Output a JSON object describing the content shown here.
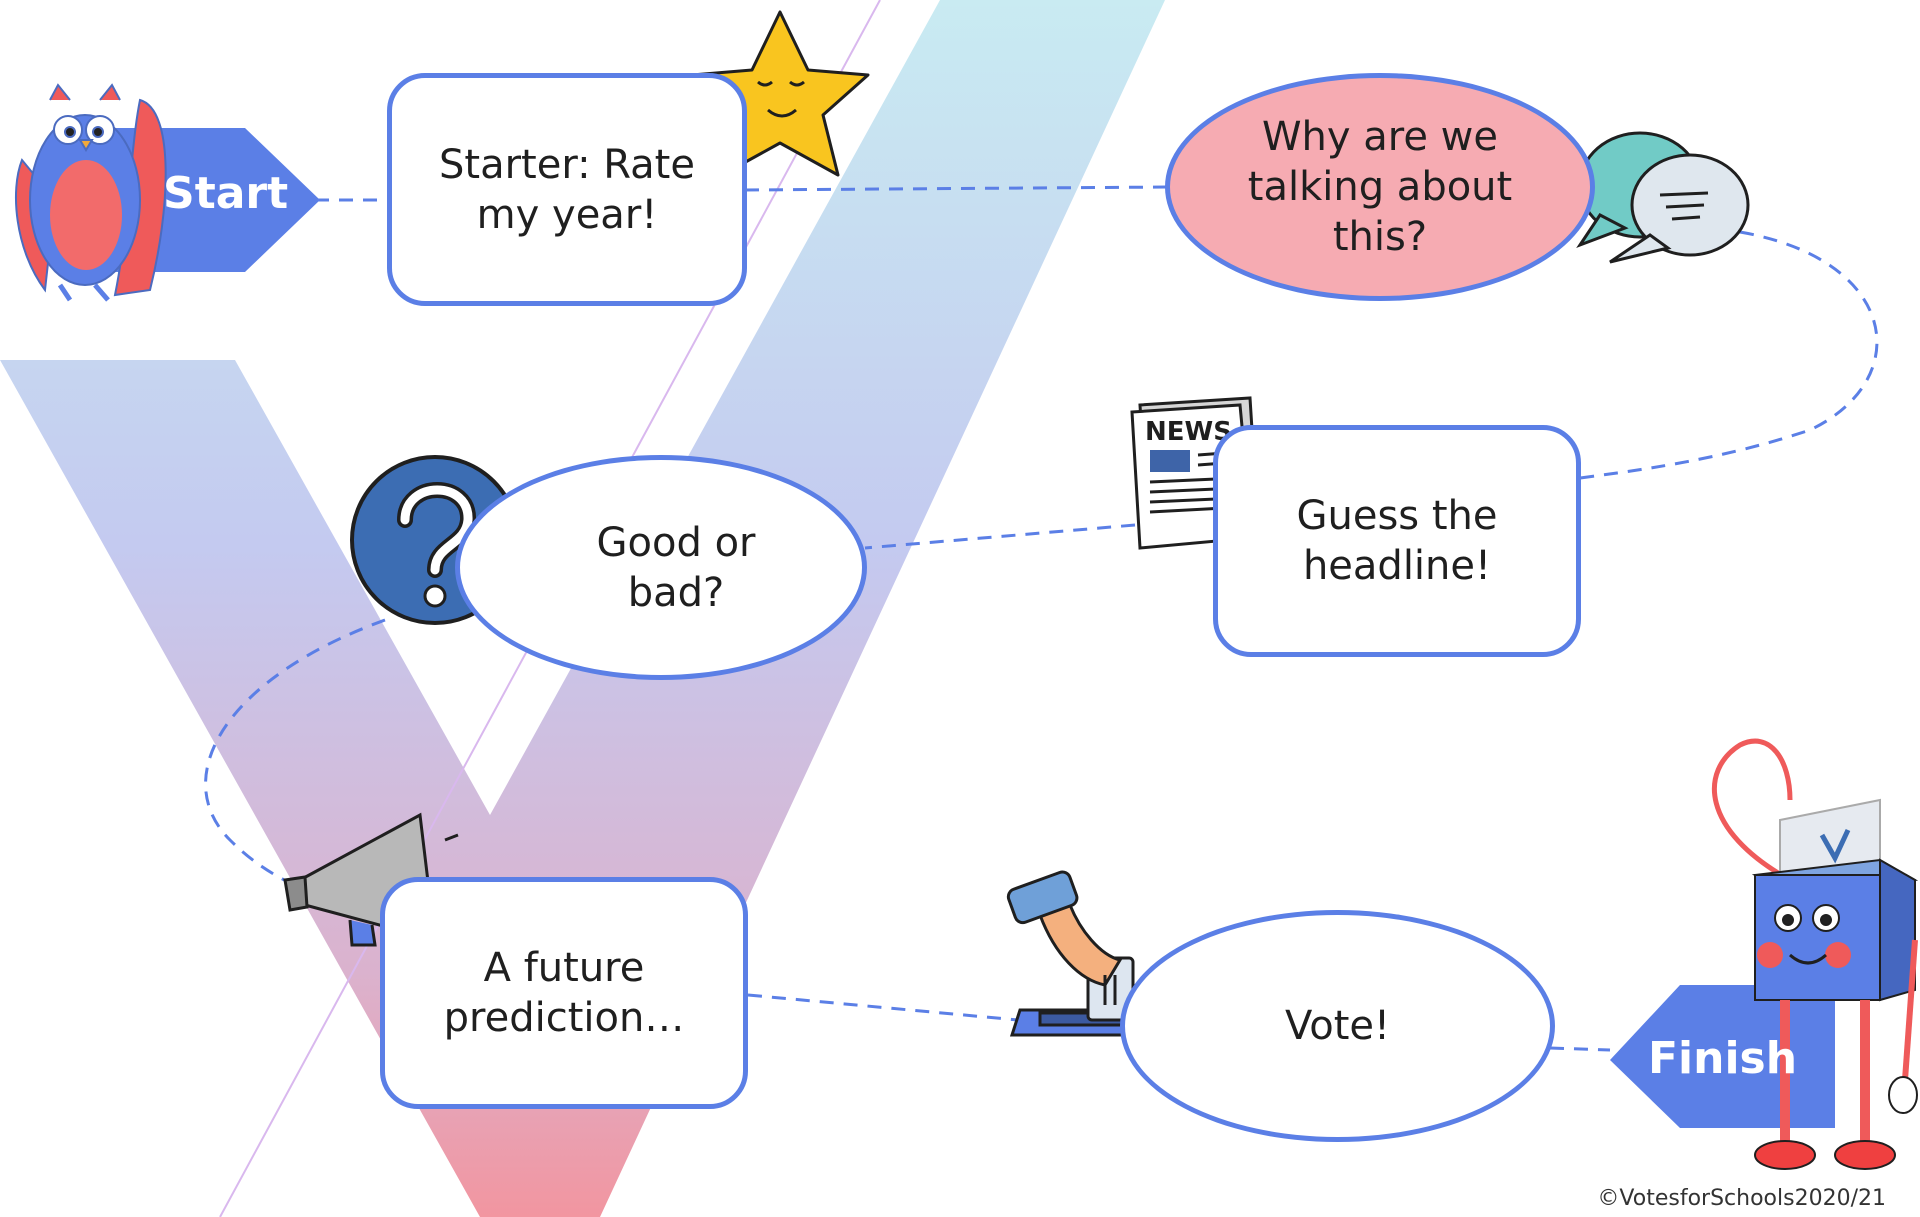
{
  "colors": {
    "accent": "#5b7fe6",
    "ellipse_fill_pink": "#f6abb2",
    "ellipse_fill_white": "#ffffff",
    "arrow_fill": "#5b7fe6"
  },
  "start_label": "Start",
  "finish_label": "Finish",
  "steps": [
    {
      "id": "starter",
      "text": "Starter: Rate\nmy year!",
      "shape": "rect",
      "icon": "star-icon"
    },
    {
      "id": "why",
      "text": "Why are we\ntalking about\nthis?",
      "shape": "ellipse",
      "icon": "speech-bubbles-icon"
    },
    {
      "id": "headline",
      "text": "Guess the\nheadline!",
      "shape": "rect",
      "icon": "newspaper-icon"
    },
    {
      "id": "good-bad",
      "text": "Good or\nbad?",
      "shape": "ellipse",
      "icon": "question-mark-icon"
    },
    {
      "id": "prediction",
      "text": "A future\nprediction…",
      "shape": "rect",
      "icon": "megaphone-icon"
    },
    {
      "id": "vote",
      "text": "Vote!",
      "shape": "ellipse",
      "icon": "ballot-box-icon"
    }
  ],
  "mascots": [
    "owl-mascot-icon",
    "ballot-box-mascot-icon"
  ],
  "copyright": "©VotesforSchools2020/21"
}
